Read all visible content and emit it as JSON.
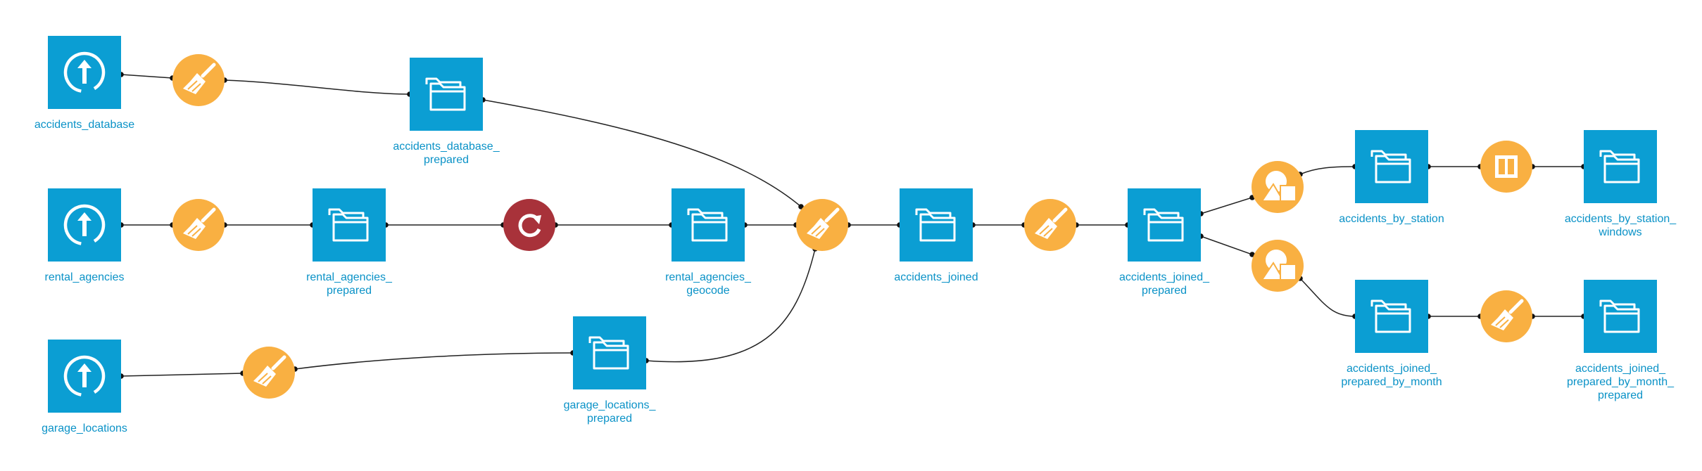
{
  "flow": {
    "colors": {
      "dataset": "#0b9ed3",
      "recipe_prepare": "#f9b042",
      "recipe_sync": "#a8323a",
      "label": "#0a92c7",
      "edge": "#222222"
    },
    "datasets": [
      {
        "id": "accidents_database",
        "icon": "upload-icon",
        "label_lines": [
          "accidents_database"
        ]
      },
      {
        "id": "accidents_database_prepared",
        "icon": "folder-icon",
        "label_lines": [
          "accidents_database_",
          "prepared"
        ]
      },
      {
        "id": "rental_agencies",
        "icon": "upload-icon",
        "label_lines": [
          "rental_agencies"
        ]
      },
      {
        "id": "rental_agencies_prepared",
        "icon": "folder-icon",
        "label_lines": [
          "rental_agencies_",
          "prepared"
        ]
      },
      {
        "id": "rental_agencies_geocode",
        "icon": "folder-icon",
        "label_lines": [
          "rental_agencies_",
          "geocode"
        ]
      },
      {
        "id": "garage_locations",
        "icon": "upload-icon",
        "label_lines": [
          "garage_locations"
        ]
      },
      {
        "id": "garage_locations_prepared",
        "icon": "folder-icon",
        "label_lines": [
          "garage_locations_",
          "prepared"
        ]
      },
      {
        "id": "accidents_joined",
        "icon": "folder-icon",
        "label_lines": [
          "accidents_joined"
        ]
      },
      {
        "id": "accidents_joined_prepared",
        "icon": "folder-icon",
        "label_lines": [
          "accidents_joined_",
          "prepared"
        ]
      },
      {
        "id": "accidents_by_station",
        "icon": "folder-icon",
        "label_lines": [
          "accidents_by_station"
        ]
      },
      {
        "id": "accidents_by_station_windows",
        "icon": "folder-icon",
        "label_lines": [
          "accidents_by_station_",
          "windows"
        ]
      },
      {
        "id": "accidents_joined_prepared_by_month",
        "icon": "folder-icon",
        "label_lines": [
          "accidents_joined_",
          "prepared_by_month"
        ]
      },
      {
        "id": "accidents_joined_prepared_by_month_prepared",
        "icon": "folder-icon",
        "label_lines": [
          "accidents_joined_",
          "prepared_by_month_",
          "prepared"
        ]
      }
    ],
    "recipes": [
      {
        "id": "prepare_accidents_database",
        "kind": "prepare",
        "icon": "broom-icon"
      },
      {
        "id": "prepare_rental_agencies",
        "kind": "prepare",
        "icon": "broom-icon"
      },
      {
        "id": "sync_rental_agencies",
        "kind": "sync",
        "icon": "sync-icon"
      },
      {
        "id": "prepare_garage_locations",
        "kind": "prepare",
        "icon": "broom-icon"
      },
      {
        "id": "prepare_join",
        "kind": "prepare",
        "icon": "broom-icon"
      },
      {
        "id": "prepare_accidents_joined",
        "kind": "prepare",
        "icon": "broom-icon"
      },
      {
        "id": "group_by_station",
        "kind": "group",
        "icon": "group-icon"
      },
      {
        "id": "group_by_month",
        "kind": "group",
        "icon": "group-icon"
      },
      {
        "id": "window_by_station",
        "kind": "window",
        "icon": "window-icon"
      },
      {
        "id": "prepare_by_month",
        "kind": "prepare",
        "icon": "broom-icon"
      }
    ],
    "edges": [
      {
        "from": "accidents_database",
        "to": "prepare_accidents_database"
      },
      {
        "from": "prepare_accidents_database",
        "to": "accidents_database_prepared"
      },
      {
        "from": "accidents_database_prepared",
        "to": "prepare_join"
      },
      {
        "from": "rental_agencies",
        "to": "prepare_rental_agencies"
      },
      {
        "from": "prepare_rental_agencies",
        "to": "rental_agencies_prepared"
      },
      {
        "from": "rental_agencies_prepared",
        "to": "sync_rental_agencies"
      },
      {
        "from": "sync_rental_agencies",
        "to": "rental_agencies_geocode"
      },
      {
        "from": "rental_agencies_geocode",
        "to": "prepare_join"
      },
      {
        "from": "garage_locations",
        "to": "prepare_garage_locations"
      },
      {
        "from": "prepare_garage_locations",
        "to": "garage_locations_prepared"
      },
      {
        "from": "garage_locations_prepared",
        "to": "prepare_join"
      },
      {
        "from": "prepare_join",
        "to": "accidents_joined"
      },
      {
        "from": "accidents_joined",
        "to": "prepare_accidents_joined"
      },
      {
        "from": "prepare_accidents_joined",
        "to": "accidents_joined_prepared"
      },
      {
        "from": "accidents_joined_prepared",
        "to": "group_by_station"
      },
      {
        "from": "accidents_joined_prepared",
        "to": "group_by_month"
      },
      {
        "from": "group_by_station",
        "to": "accidents_by_station"
      },
      {
        "from": "accidents_by_station",
        "to": "window_by_station"
      },
      {
        "from": "window_by_station",
        "to": "accidents_by_station_windows"
      },
      {
        "from": "group_by_month",
        "to": "accidents_joined_prepared_by_month"
      },
      {
        "from": "accidents_joined_prepared_by_month",
        "to": "prepare_by_month"
      },
      {
        "from": "prepare_by_month",
        "to": "accidents_joined_prepared_by_month_prepared"
      }
    ]
  }
}
